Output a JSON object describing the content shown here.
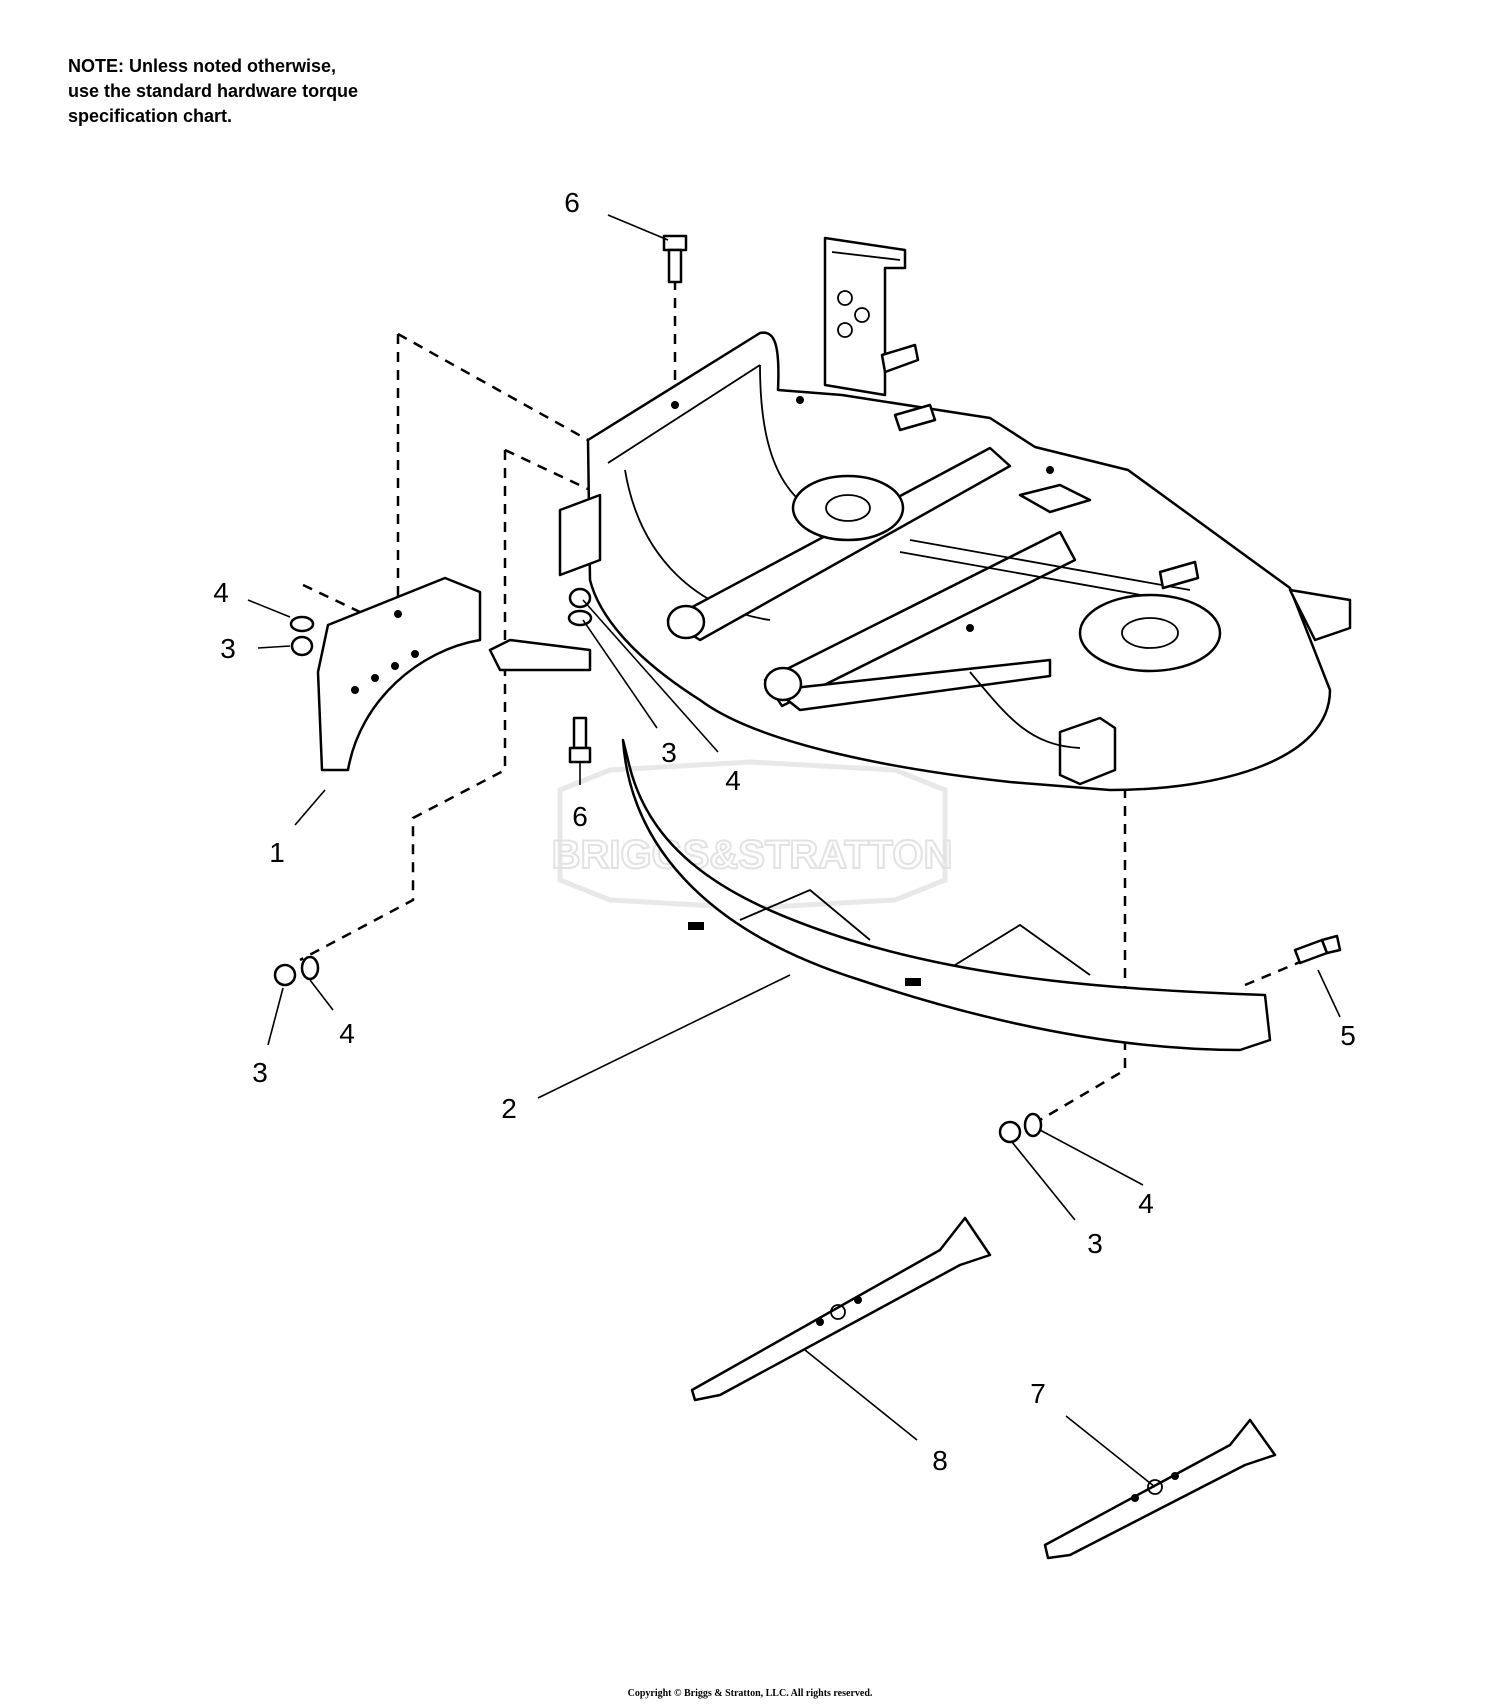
{
  "note": {
    "lines": [
      "NOTE: Unless noted otherwise,",
      "use the standard hardware torque",
      "specification chart."
    ]
  },
  "watermark": {
    "text": "BRIGGS&STRATTON"
  },
  "callouts": {
    "c6_top": "6",
    "c4_upper_left": "4",
    "c3_upper_left": "3",
    "c1": "1",
    "c3_mid": "3",
    "c4_mid": "4",
    "c6_mid": "6",
    "c4_lower_left": "4",
    "c3_lower_left": "3",
    "c2": "2",
    "c5": "5",
    "c4_lower_right": "4",
    "c3_lower_right": "3",
    "c8": "8",
    "c7": "7"
  },
  "copyright": "Copyright © Briggs & Stratton, LLC. All rights reserved."
}
